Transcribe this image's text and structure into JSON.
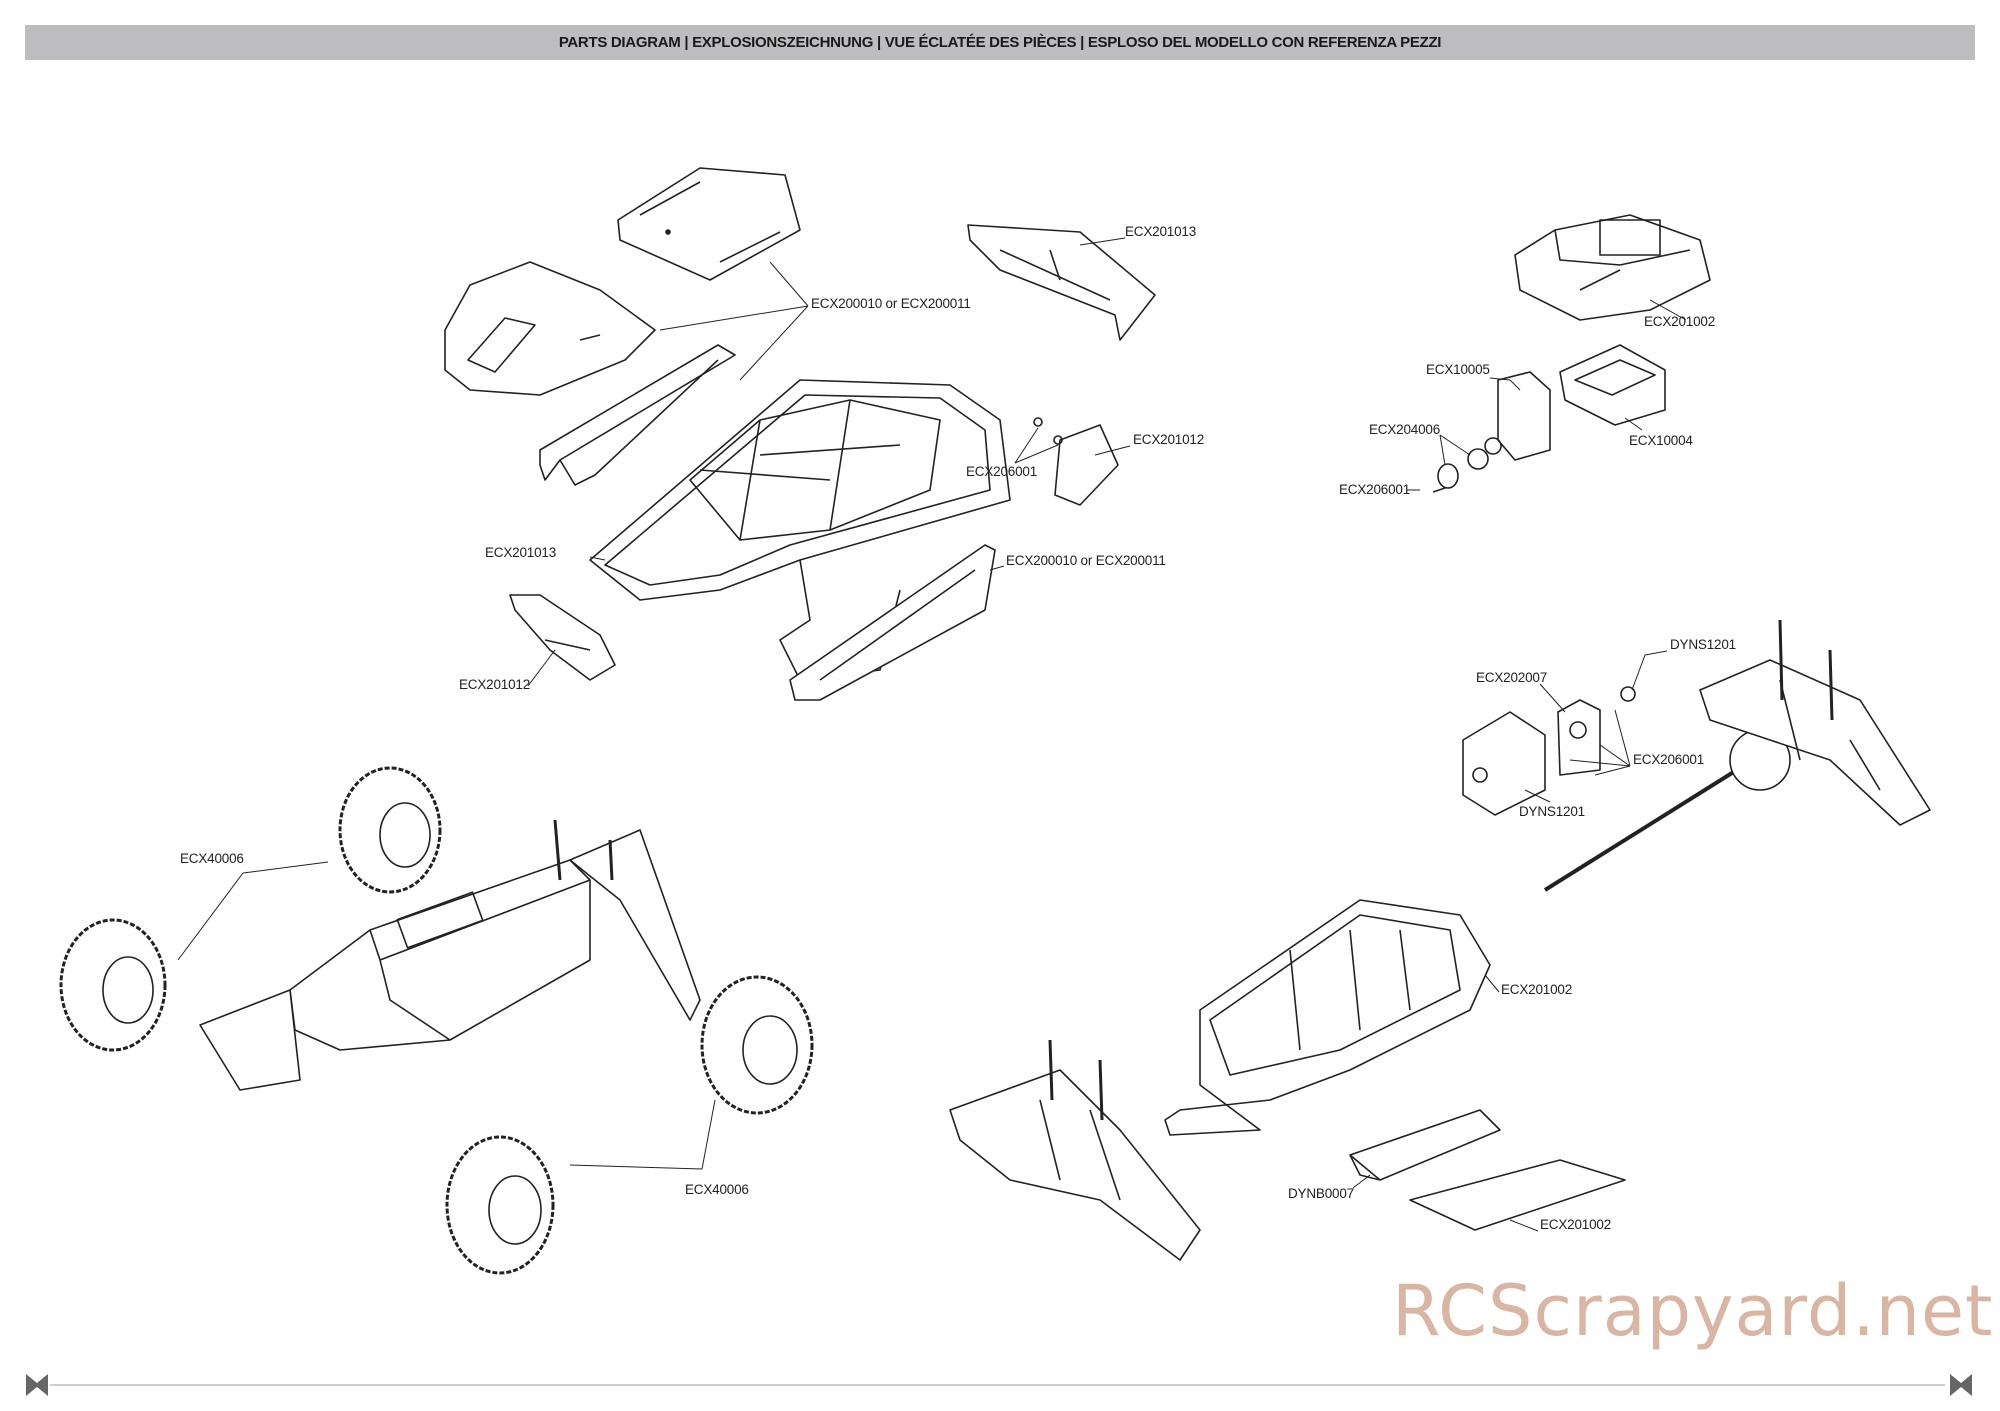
{
  "header": {
    "title": "PARTS DIAGRAM | EXPLOSIONSZEICHNUNG | VUE ÉCLATÉE DES PIÈCES | ESPLOSO DEL MODELLO CON REFERENZA PEZZI"
  },
  "labels": {
    "wing": "ECX201013",
    "body_top": "ECX200010 or ECX200011",
    "right_panel": "ECX201012",
    "body_screws": "ECX206001",
    "cage": "ECX201013",
    "side_panel": "ECX200010 or ECX200011",
    "left_panel": "ECX201012",
    "chassis_cover": "ECX201002",
    "servo": "ECX10005",
    "servo_horn": "ECX204006",
    "receiver": "ECX10004",
    "servo_screw": "ECX206001",
    "pinion": "DYNS1201",
    "motor_plate": "ECX202007",
    "motor_screws": "ECX206001",
    "motor": "DYNS1201",
    "wheels_left": "ECX40006",
    "chassis": "ECX201002",
    "wheels_right": "ECX40006",
    "battery": "DYNB0007",
    "battery_door": "ECX201002"
  },
  "watermark": "RCScrapyard.net",
  "colors": {
    "header_bg": "#bdbdbf",
    "watermark": "#d9b6a3",
    "line": "#222222"
  }
}
